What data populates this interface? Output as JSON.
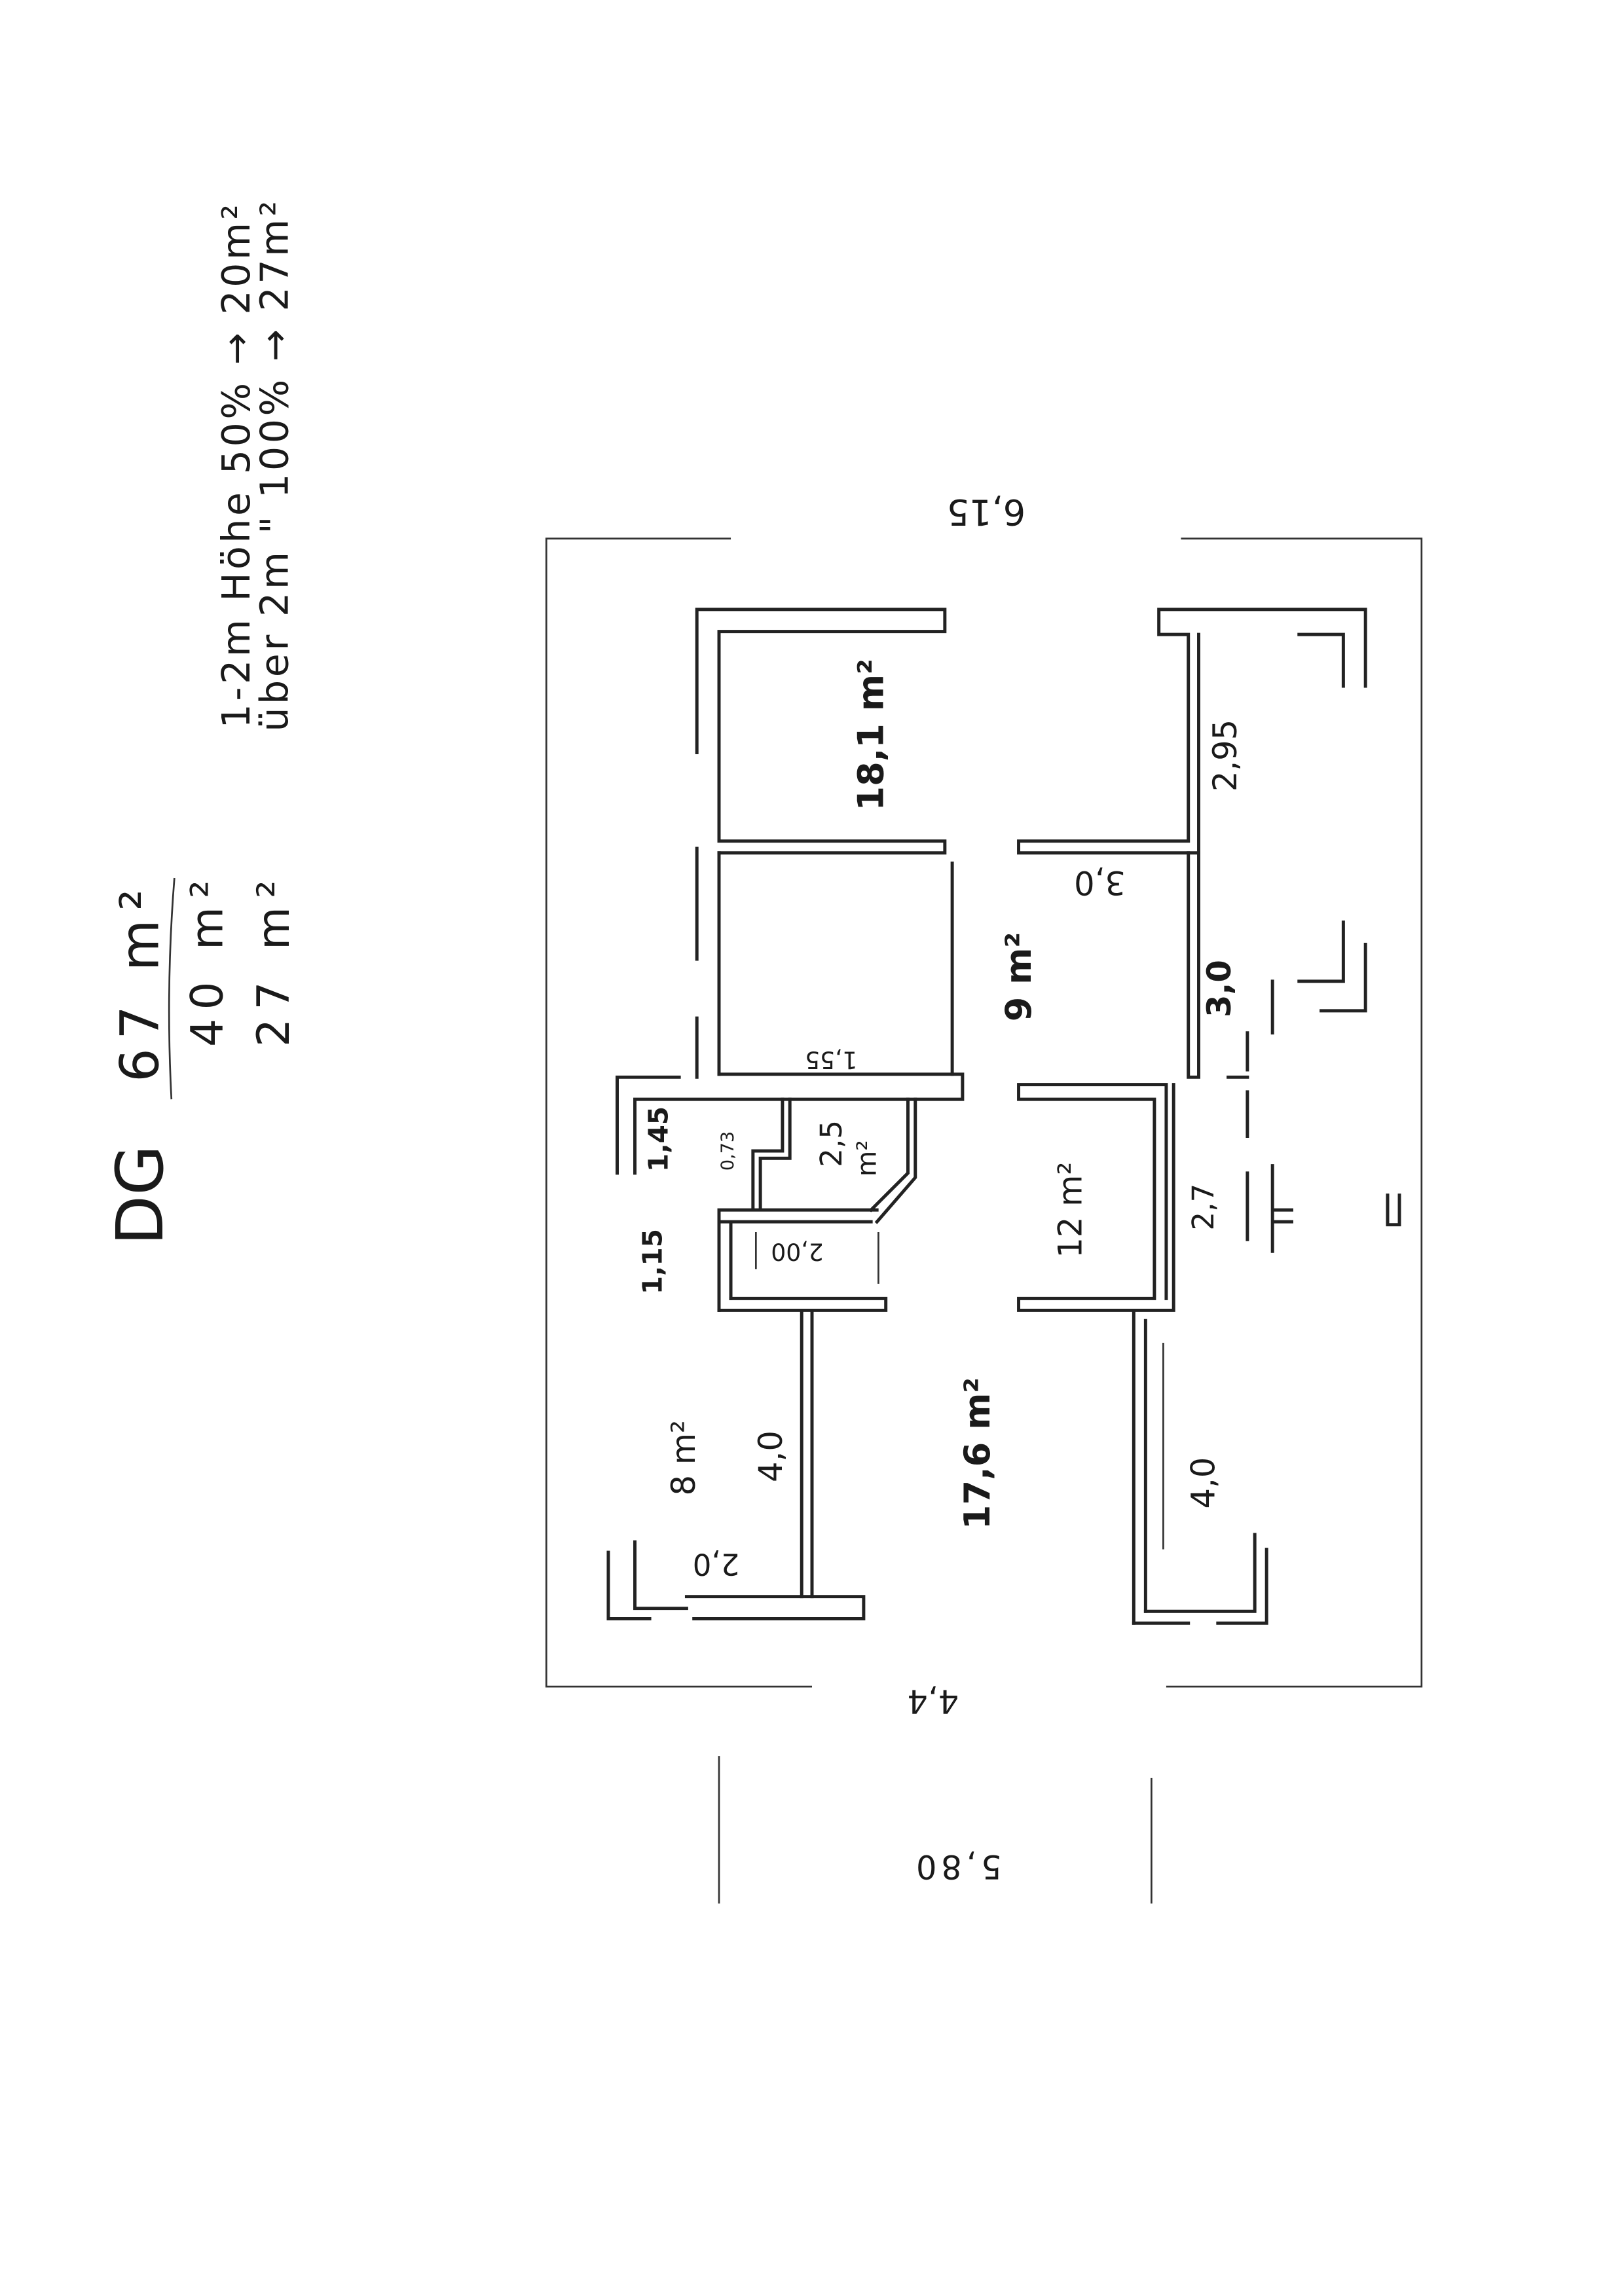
{
  "summary": {
    "floor": "DG",
    "total": "67 m²",
    "part1": "40 m²",
    "part2": "27 m²",
    "rule1": "1-2m Höhe 50% → 20m²",
    "rule2": "über 2m \" 100% → 27m²"
  },
  "rooms": {
    "r1": "18,1 m²",
    "r2": "9 m²",
    "r3a": "2,5",
    "r3b": "m²",
    "r4": "12 m²",
    "r5": "8 m²",
    "r6": "17,6 m²"
  },
  "dimensions": {
    "top": "6,15",
    "d295": "2,95",
    "d30a": "3,0",
    "d30b": "3,0",
    "d155": "1,55",
    "d145": "1,45",
    "d073": "0,73",
    "d115": "1,15",
    "d200": "2,00",
    "d27": "2,7",
    "d40a": "4,0",
    "d40b": "4,0",
    "d20": "2,0",
    "bottom": "4,4",
    "outer": "5,80"
  }
}
